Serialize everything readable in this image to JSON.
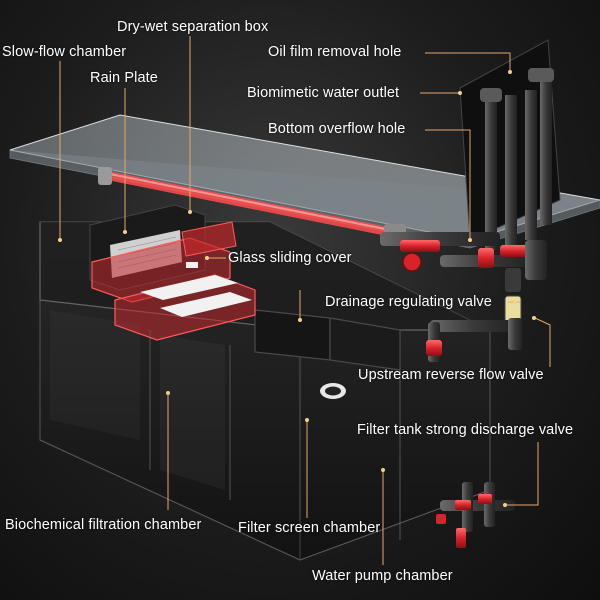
{
  "labels": {
    "dry_wet_box": "Dry-wet separation box",
    "slow_flow": "Slow-flow chamber",
    "oil_film": "Oil film removal hole",
    "rain_plate": "Rain Plate",
    "bio_outlet": "Biomimetic water outlet",
    "bottom_overflow": "Bottom overflow hole",
    "glass_cover": "Glass sliding cover",
    "drainage_valve": "Drainage regulating valve",
    "upstream_valve": "Upstream reverse flow valve",
    "filter_tank_valve": "Filter tank strong discharge valve",
    "bio_chamber": "Biochemical filtration chamber",
    "filter_screen": "Filter screen chamber",
    "pump_chamber": "Water pump chamber"
  },
  "colors": {
    "leader": "#e3a66a",
    "pipe_red": "#d8232a",
    "pipe_grey": "#3c3c3c",
    "label_text": "#ffffff"
  }
}
